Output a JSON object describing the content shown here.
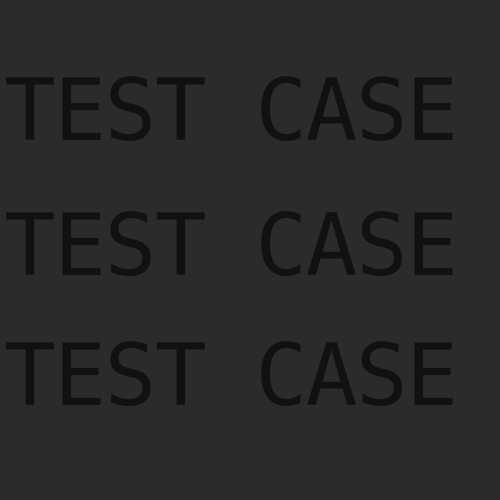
{
  "lines": [
    "TEST CASE",
    "TEST CASE",
    "TEST CASE"
  ],
  "colors": {
    "background": "#2b2b2b",
    "text": "#111111"
  }
}
